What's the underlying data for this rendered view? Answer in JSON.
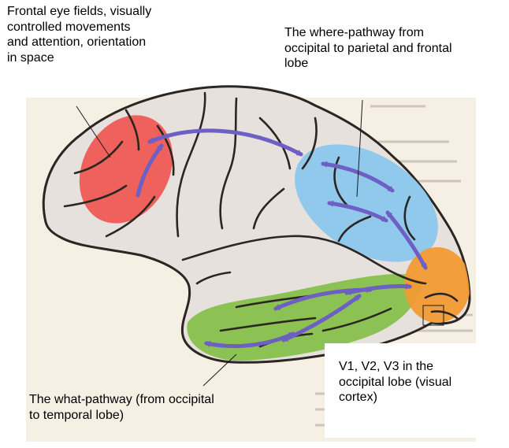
{
  "labels": {
    "frontal": "Frontal eye fields, visually\ncontrolled movements\nand attention, orientation\nin space",
    "where": "The where-pathway from\noccipital to parietal and frontal\nlobe",
    "what": "The what-pathway (from occipital\nto temporal lobe)",
    "visual_cortex": "V1, V2, V3 in the\noccipital lobe (visual\ncortex)"
  },
  "colors": {
    "frontal_region": "#ee5a55",
    "where_region": "#8cc7ec",
    "what_region": "#86c04b",
    "occipital_region": "#f39a33",
    "arrows": "#6d5fc4",
    "brain_fill": "#e6e1dc",
    "brain_outline": "#2c2622",
    "paper": "#f6efe3"
  },
  "icons": {
    "arrow_marker": "double-headed-arrow"
  }
}
